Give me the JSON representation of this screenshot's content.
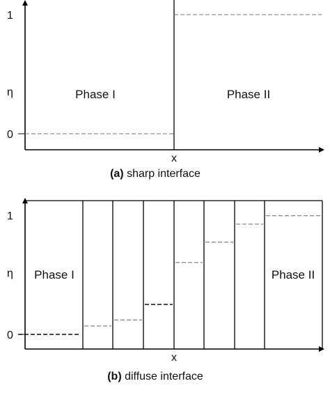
{
  "panel_a": {
    "y_top_tick": "1",
    "y_bottom_tick": "0",
    "y_label": "η",
    "x_label": "x",
    "phase_left": "Phase I",
    "phase_right": "Phase II",
    "caption_letter": "(a)",
    "caption_text": " sharp interface",
    "levels": [
      0,
      1
    ]
  },
  "panel_b": {
    "y_top_tick": "1",
    "y_bottom_tick": "0",
    "y_label": "η",
    "x_label": "x",
    "phase_left": "Phase I",
    "phase_right": "Phase II",
    "caption_letter": "(b)",
    "caption_text": " diffuse interface",
    "levels": [
      0,
      0.07,
      0.12,
      0.25,
      0.6,
      0.77,
      0.92,
      0.99
    ]
  }
}
